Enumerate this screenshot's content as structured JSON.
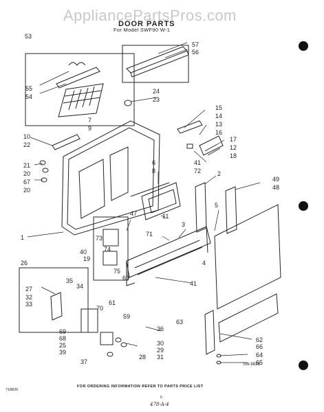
{
  "header": {
    "watermark": "AppliancePartsPros.com",
    "title": "DOOR PARTS",
    "subtitle": "For Model SWF90 W-1"
  },
  "figure_id": "SW-8826",
  "footer": {
    "ordering_note": "FOR ORDERING INFORMATION REFER TO PARTS PRICE LIST",
    "page_marker": "6",
    "handwritten": "478-A-4",
    "catalog_code": "718826"
  },
  "callouts": [
    "53",
    "55",
    "54",
    "57",
    "56",
    "24",
    "23",
    "15",
    "14",
    "13",
    "16",
    "7",
    "9",
    "10",
    "22",
    "21",
    "20",
    "67",
    "20",
    "17",
    "12",
    "18",
    "6",
    "8",
    "41",
    "72",
    "2",
    "49",
    "48",
    "1",
    "5",
    "4",
    "11",
    "47",
    "3",
    "73",
    "74",
    "19",
    "40",
    "71",
    "75",
    "60",
    "41",
    "26",
    "27",
    "35",
    "34",
    "32",
    "33",
    "70",
    "61",
    "59",
    "36",
    "63",
    "69",
    "68",
    "25",
    "39",
    "30",
    "29",
    "31",
    "28",
    "62",
    "66",
    "64",
    "65",
    "37"
  ],
  "colors": {
    "ink": "#222222",
    "watermark": "#c8c8c8",
    "dot": "#111111",
    "background": "#ffffff"
  }
}
